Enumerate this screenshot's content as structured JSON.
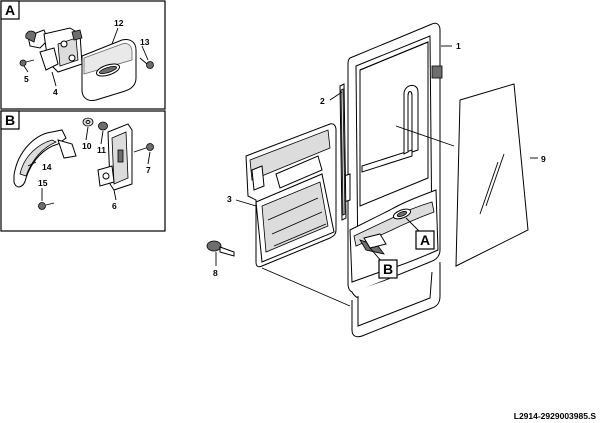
{
  "inset_boxes": [
    {
      "label": "A",
      "callouts": [
        "12",
        "13",
        "5",
        "4"
      ]
    },
    {
      "label": "B",
      "callouts": [
        "10",
        "11",
        "14",
        "7",
        "15",
        "6"
      ]
    }
  ],
  "main_callouts": [
    "1",
    "2",
    "3",
    "8",
    "9"
  ],
  "detail_labels": [
    "A",
    "B"
  ],
  "reference_code": "L2914-2929003985.S"
}
